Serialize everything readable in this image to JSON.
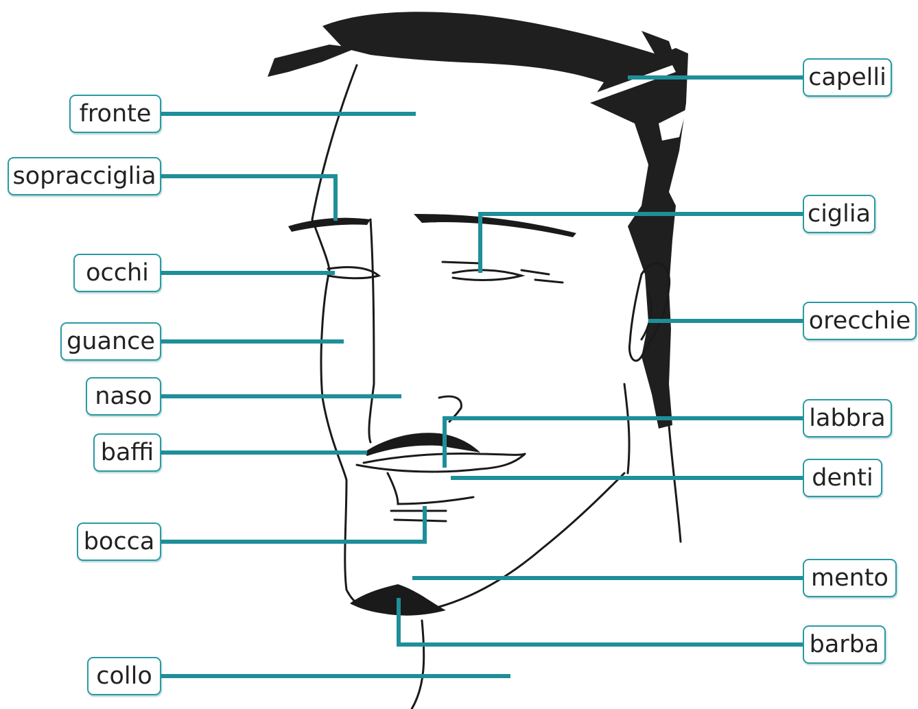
{
  "labels": {
    "fronte": "fronte",
    "sopracciglia": "sopracciglia",
    "occhi": "occhi",
    "guance": "guance",
    "naso": "naso",
    "baffi": "baffi",
    "bocca": "bocca",
    "collo": "collo",
    "capelli": "capelli",
    "ciglia": "ciglia",
    "orecchie": "orecchie",
    "labbra": "labbra",
    "denti": "denti",
    "mento": "mento",
    "barba": "barba"
  },
  "colors": {
    "leader_line": "#1e8f99",
    "box_border": "#2a9aa3",
    "ink": "#1a1a1a"
  }
}
